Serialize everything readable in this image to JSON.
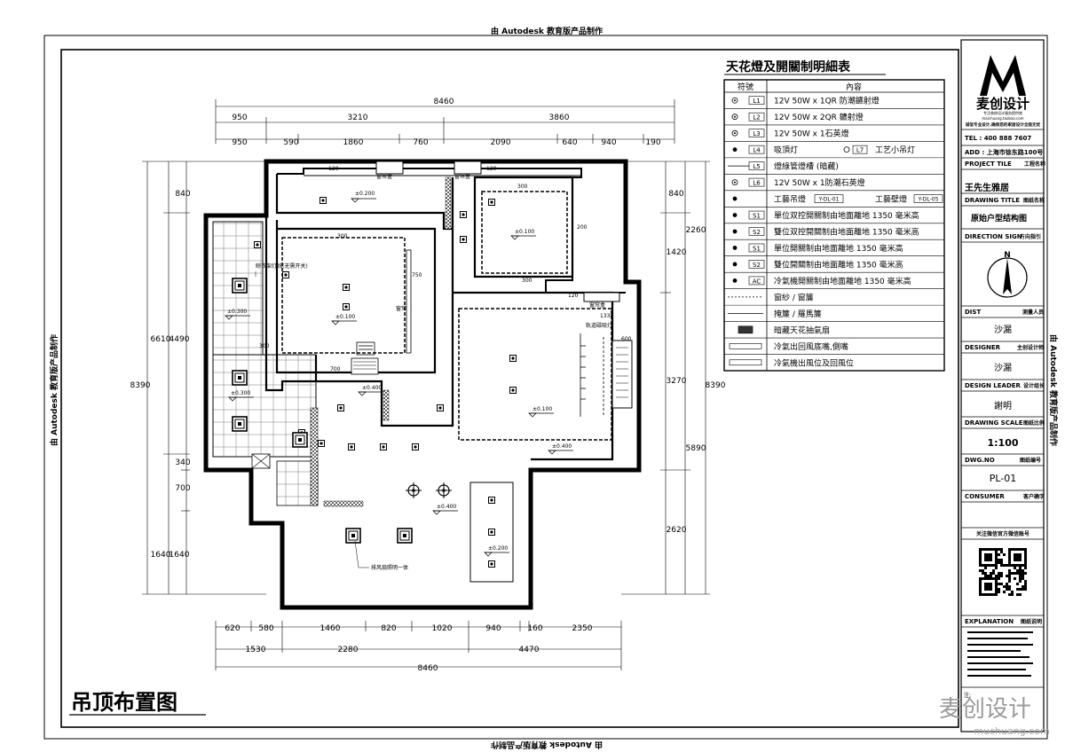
{
  "watermark": {
    "edu_text": "由 Autodesk 教育版产品制作",
    "brand_text": "麦创设计",
    "brand_url": "muchuang.com"
  },
  "drawing": {
    "title": "吊顶布置图",
    "dims_top_total": "8460",
    "dims_top_row1": [
      "950",
      "3210",
      "3860"
    ],
    "dims_top_row2": [
      "950",
      "590",
      "1860",
      "760",
      "2090",
      "640",
      "940",
      "190"
    ],
    "dims_bottom_row1": [
      "620",
      "580",
      "1460",
      "820",
      "1020",
      "940",
      "160",
      "2350"
    ],
    "dims_bottom_row2": [
      "1530",
      "2280",
      "4470"
    ],
    "dims_bottom_total": "8460",
    "dims_left": [
      "840",
      "6610",
      "4490",
      "340",
      "700",
      "1640",
      "1640",
      "8390"
    ],
    "dims_right": [
      "840",
      "2260",
      "1420",
      "3270",
      "5890",
      "2620",
      "8390"
    ],
    "inner_dims": [
      "120",
      "300",
      "750",
      "200",
      "300",
      "120",
      "1330",
      "600",
      "300",
      "700",
      "120",
      "300"
    ],
    "levels": [
      "±0.200",
      "±0.100",
      "±0.100",
      "±0.300",
      "±0.300",
      "±0.400",
      "±0.100",
      "±0.400",
      "±0.400",
      "±0.200"
    ],
    "notes": {
      "curtain_box_a": "窗帘盒",
      "curtain_box_b": "窗帘盒",
      "curtain_box_c": "窗帘盒",
      "curtain_box_d": "窗帘盒",
      "drying_rack": "晾衣架灯线(无需开关)",
      "track_light": "轨道磁吸灯",
      "exhaust": "排风扇照明一体"
    }
  },
  "legend": {
    "title": "天花燈及開關制明細表",
    "col_symbol": "符號",
    "col_content": "內容",
    "rows": [
      {
        "code": "L1",
        "text": "12V  50W x 1QR 防潮鑣射燈"
      },
      {
        "code": "L2",
        "text": "12V  50W x 2QR 鑣射燈"
      },
      {
        "code": "L3",
        "text": "12V  50W x 1石英燈"
      },
      {
        "code": "L4",
        "text": "吸頂灯",
        "code2": "L7",
        "text2": "工艺小吊灯"
      },
      {
        "code": "L5",
        "text": "燈綠管燈槽 (暗藏)"
      },
      {
        "code": "L6",
        "text": "12V  50W x 1防潮石英燈"
      },
      {
        "code": "",
        "text": "工藝吊燈",
        "tag": "Y-DL-01",
        "text2": "工藝壁燈",
        "tag2": "Y-DL-05"
      },
      {
        "code": "S1",
        "text": "單位双控開關制由地面離地 1350 毫米高"
      },
      {
        "code": "S2",
        "text": "雙位双控開關制由地面離地 1350 毫米高"
      },
      {
        "code": "S1",
        "text": "單位開關制由地面離地 1350 毫米高"
      },
      {
        "code": "S2",
        "text": "雙位開關制由地面離地 1350 毫米高"
      },
      {
        "code": "AC",
        "text": "冷氣機開關制由地面離地 1350 毫米高"
      },
      {
        "code": "",
        "text": "窗紗 / 窗簾"
      },
      {
        "code": "",
        "text": "掩簾 / 羅馬簾"
      },
      {
        "code": "",
        "text": "暗藏天花抽氣扇"
      },
      {
        "code": "",
        "text": "冷氣出回風底嘴,側嘴"
      },
      {
        "code": "",
        "text": "冷氣機出風位及回風位"
      }
    ]
  },
  "titleblock": {
    "company": "麦创设计",
    "company_sub1": "专注装修设计服务提供商",
    "company_sub2": "maichuang.taobao.com",
    "company_sub3": "诚信专业设计,确保您的家居设计全面无忧",
    "tel": "TEL : 400 888 7607",
    "add": "ADD : 上海市徐东路100号",
    "project_title_label": "PROJECT TILE",
    "project_title_cn": "工程名称",
    "project_name": "王先生雅居",
    "drawing_title_label": "DRAWING TITLE",
    "drawing_title_cn": "图纸名称",
    "drawing_name": "原始户型结构图",
    "direction_label": "DIRECTION SIGN",
    "direction_cn": "方向指引",
    "north": "N",
    "dist_label": "DIST",
    "dist_cn": "测量人员",
    "dist_value": "沙漏",
    "designer_label": "DESIGNER",
    "designer_cn": "主创设计师",
    "designer_value": "沙漏",
    "leader_label": "DESIGN LEADER",
    "leader_cn": "设计组长",
    "leader_value": "謝明",
    "scale_label": "DRAWING SCALE",
    "scale_cn": "图纸比例",
    "scale_value": "1:100",
    "dwgno_label": "DWG.NO",
    "dwgno_cn": "图纸编号",
    "dwgno_value": "PL-01",
    "consumer_label": "CONSUMER",
    "consumer_cn": "客户确字",
    "scan_note": "关注微信官方微信账号",
    "explanation_label": "EXPLANATION",
    "explanation_cn": "图纸说明",
    "note": "注:"
  }
}
